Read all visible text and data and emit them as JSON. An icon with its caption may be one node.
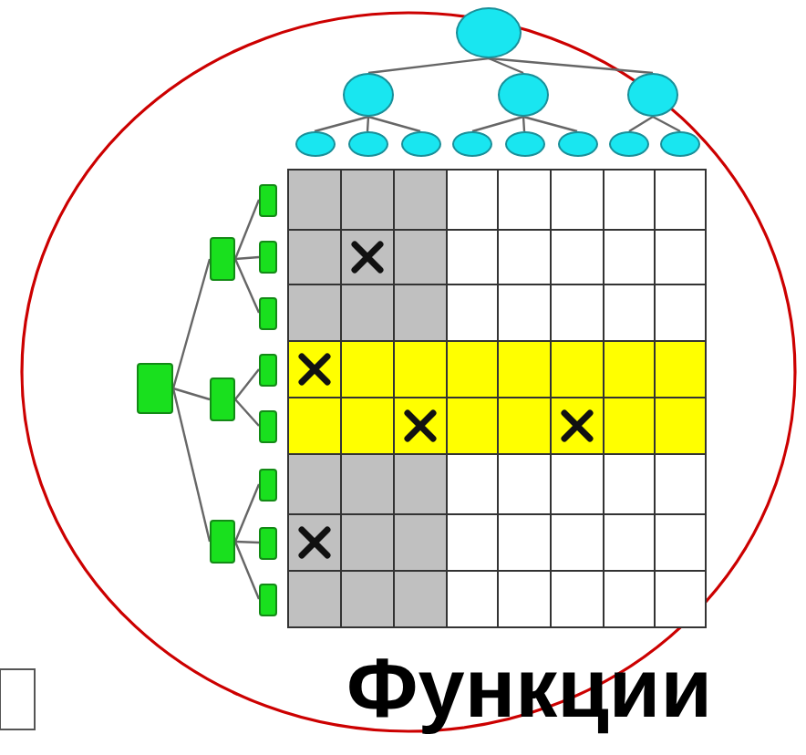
{
  "diagram": {
    "nodes": [
      {
        "text": [],
        "shape": "ellipse"
      },
      {
        "text": [],
        "shape": "ellipse"
      },
      {
        "text": [],
        "shape": "ellipse"
      },
      {
        "text": [],
        "shape": "ellipse"
      },
      {
        "text": [],
        "shape": "ellipse"
      },
      {
        "text": [],
        "shape": "ellipse"
      },
      {
        "text": [],
        "shape": "ellipse"
      },
      {
        "text": [],
        "shape": "ellipse"
      },
      {
        "text": [],
        "shape": "ellipse"
      },
      {
        "text": [],
        "shape": "ellipse"
      },
      {
        "text": [],
        "shape": "ellipse"
      },
      {
        "text": [],
        "shape": "ellipse"
      },
      {
        "text": [],
        "shape": "box"
      },
      {
        "text": [],
        "shape": "box"
      },
      {
        "text": [],
        "shape": "box"
      },
      {
        "text": [],
        "shape": "box"
      },
      {
        "text": [],
        "shape": "box"
      },
      {
        "text": [],
        "shape": "box"
      },
      {
        "text": [],
        "shape": "box"
      },
      {
        "text": [],
        "shape": "box"
      },
      {
        "text": [],
        "shape": "box"
      },
      {
        "text": [],
        "shape": "box"
      },
      {
        "text": [],
        "shape": "box"
      },
      {
        "text": [],
        "shape": "box"
      }
    ],
    "edges": [
      {
        "from": 0,
        "to": 1,
        "arrow": "none"
      },
      {
        "from": 0,
        "to": 2,
        "arrow": "none"
      },
      {
        "from": 0,
        "to": 3,
        "arrow": "none"
      },
      {
        "from": 1,
        "to": 4,
        "arrow": "none"
      },
      {
        "from": 1,
        "to": 5,
        "arrow": "none"
      },
      {
        "from": 1,
        "to": 6,
        "arrow": "none"
      },
      {
        "from": 2,
        "to": 7,
        "arrow": "none"
      },
      {
        "from": 2,
        "to": 8,
        "arrow": "none"
      },
      {
        "from": 2,
        "to": 9,
        "arrow": "none"
      },
      {
        "from": 3,
        "to": 10,
        "arrow": "none"
      },
      {
        "from": 3,
        "to": 11,
        "arrow": "none"
      },
      {
        "from": 12,
        "to": 13,
        "arrow": "none"
      },
      {
        "from": 12,
        "to": 14,
        "arrow": "none"
      },
      {
        "from": 12,
        "to": 15,
        "arrow": "none"
      },
      {
        "from": 13,
        "to": 16,
        "arrow": "none"
      },
      {
        "from": 13,
        "to": 17,
        "arrow": "none"
      },
      {
        "from": 13,
        "to": 18,
        "arrow": "none"
      },
      {
        "from": 14,
        "to": 19,
        "arrow": "none"
      },
      {
        "from": 14,
        "to": 20,
        "arrow": "none"
      },
      {
        "from": 15,
        "to": 21,
        "arrow": "none"
      },
      {
        "from": 15,
        "to": 22,
        "arrow": "none"
      },
      {
        "from": 15,
        "to": 23,
        "arrow": "none"
      }
    ],
    "labels": [
      "Функции"
    ]
  }
}
